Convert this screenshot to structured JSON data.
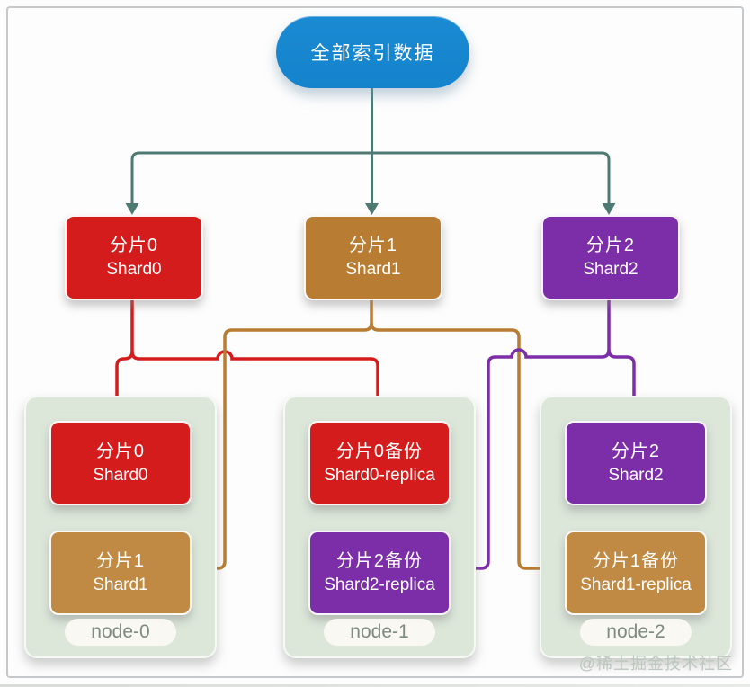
{
  "diagram": {
    "root": {
      "label": "全部索引数据"
    },
    "shards": [
      {
        "label_zh": "分片0",
        "label_en": "Shard0"
      },
      {
        "label_zh": "分片1",
        "label_en": "Shard1"
      },
      {
        "label_zh": "分片2",
        "label_en": "Shard2"
      }
    ],
    "nodes": [
      {
        "name": "node-0",
        "boxes": [
          {
            "label_zh": "分片0",
            "label_en": "Shard0"
          },
          {
            "label_zh": "分片1",
            "label_en": "Shard1"
          }
        ]
      },
      {
        "name": "node-1",
        "boxes": [
          {
            "label_zh": "分片0备份",
            "label_en": "Shard0-replica"
          },
          {
            "label_zh": "分片2备份",
            "label_en": "Shard2-replica"
          }
        ]
      },
      {
        "name": "node-2",
        "boxes": [
          {
            "label_zh": "分片2",
            "label_en": "Shard2"
          },
          {
            "label_zh": "分片1备份",
            "label_en": "Shard1-replica"
          }
        ]
      }
    ],
    "watermark": "@稀土掘金技术社区",
    "colors": {
      "blue": "#1483cc",
      "teal": "#4f7a74",
      "red": "#d41c1c",
      "brown": "#b87c32",
      "brown2": "#c08a44",
      "purple": "#7c2ea8",
      "node_bg": "#dce7da",
      "node_label_color": "#7d8b80",
      "watermark_color": "#bcc7bd",
      "frame_border": "#c6c9cc"
    }
  }
}
